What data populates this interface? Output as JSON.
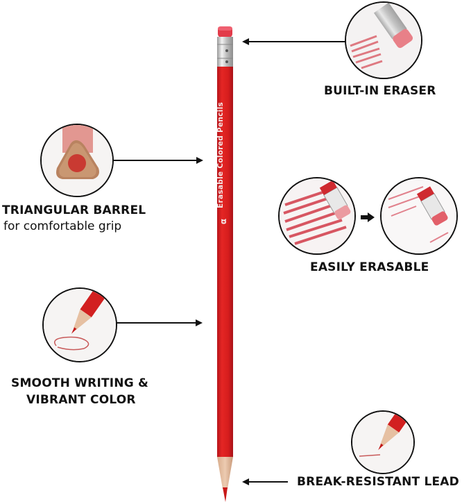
{
  "pencil": {
    "brand_text": "Erasable Colored Pencils",
    "logo_glyph": "α",
    "colors": {
      "barrel": "#d91f1f",
      "eraser": "#e23b4a",
      "ferrule": "#c9c9c9",
      "wood": "#e6c3a6",
      "lead": "#c81818"
    }
  },
  "features": [
    {
      "id": "built-in-eraser",
      "title": "BUILT-IN ERASER",
      "subtitle": ""
    },
    {
      "id": "triangular-barrel",
      "title": "TRIANGULAR BARREL",
      "subtitle": "for comfortable grip"
    },
    {
      "id": "easily-erasable",
      "title": "EASILY ERASABLE",
      "subtitle": ""
    },
    {
      "id": "smooth-writing",
      "title_line1": "SMOOTH WRITING &",
      "title_line2": "VIBRANT COLOR"
    },
    {
      "id": "break-resistant",
      "title": "BREAK-RESISTANT LEAD",
      "subtitle": ""
    }
  ]
}
